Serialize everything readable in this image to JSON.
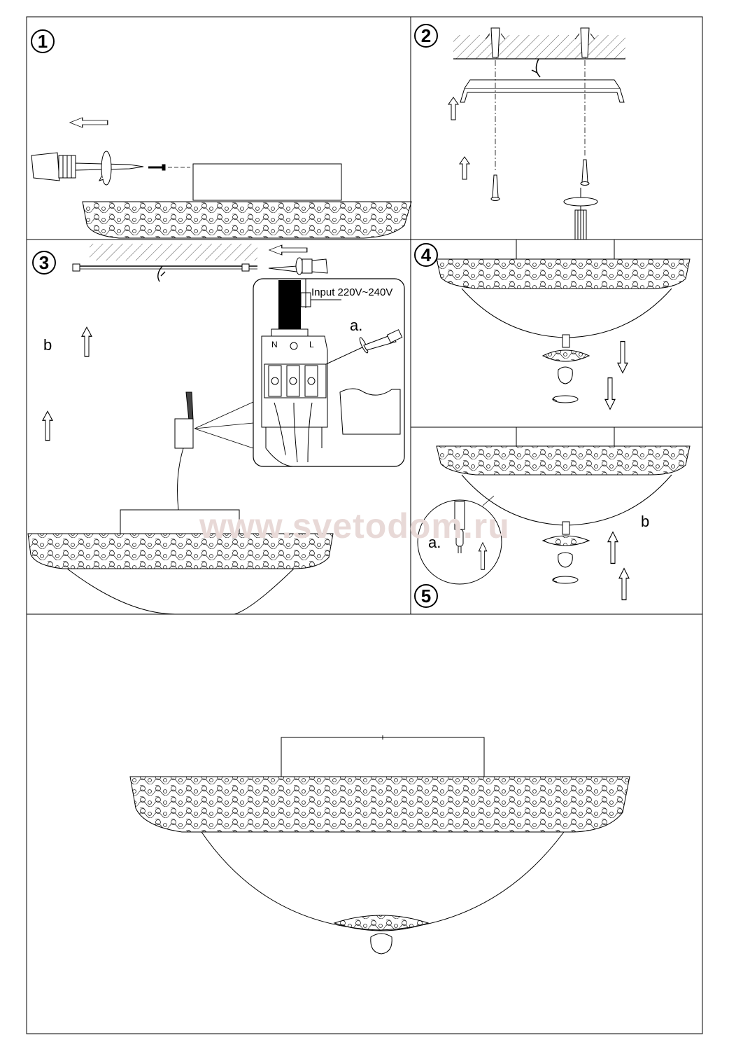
{
  "steps": {
    "s1": "1",
    "s2": "2",
    "s3": "3",
    "s4": "4",
    "s5": "5"
  },
  "labels": {
    "input_voltage": "Input  220V~240V",
    "terminal_n": "N",
    "terminal_l": "L",
    "step3_b": "b",
    "step3_a": "a.",
    "step5_a": "a.",
    "step5_b": "b"
  },
  "watermark": "www.svetodom.ru",
  "colors": {
    "line": "#000000",
    "watermark": "#e8d9d7"
  }
}
